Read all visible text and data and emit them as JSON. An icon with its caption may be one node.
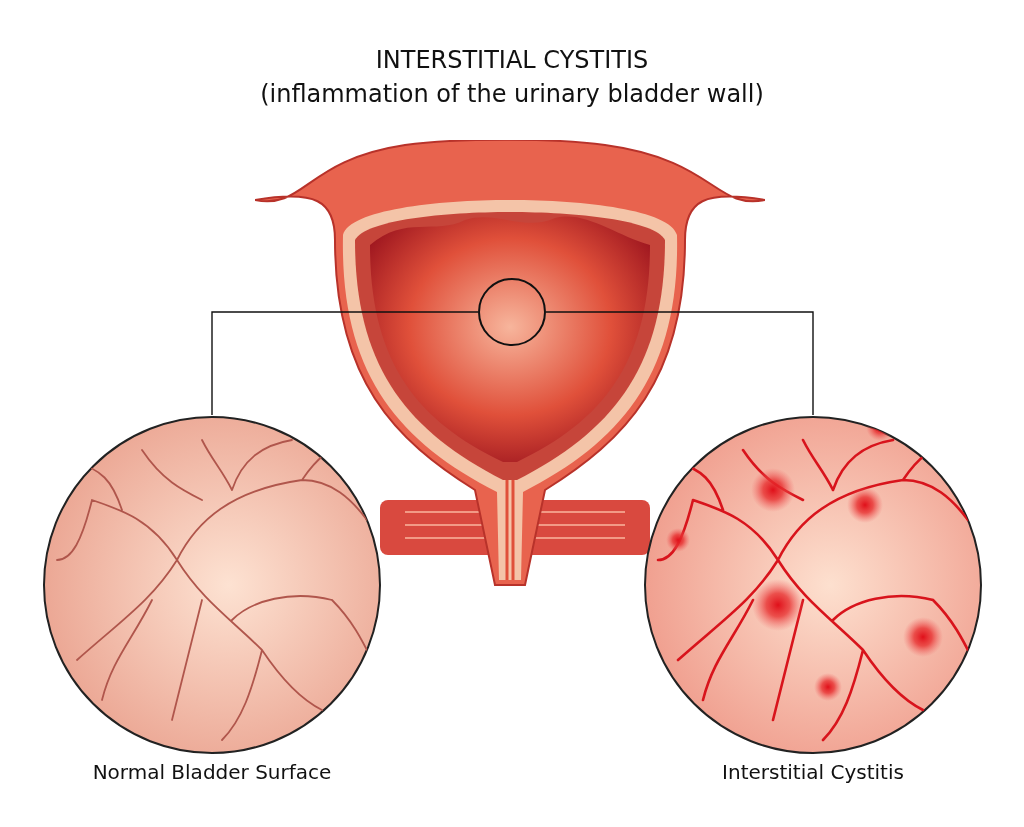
{
  "diagram": {
    "title": "INTERSTITIAL CYSTITIS",
    "nodes": [
      {
        "text": [],
        "shape": "picture"
      },
      {
        "text": [],
        "shape": "circle",
        "in": 0
      },
      {
        "text": [],
        "shape": "picture",
        "beside": [
          "Normal Bladder Surface"
        ]
      },
      {
        "text": [],
        "shape": "picture",
        "beside": [
          "Interstitial Cystitis"
        ]
      }
    ],
    "edges": [
      {
        "from": 1,
        "to": 2,
        "arrow": "none"
      },
      {
        "from": 1,
        "to": 3,
        "arrow": "none"
      }
    ],
    "labels": [
      "(inflammation of the urinary bladder wall)"
    ]
  }
}
